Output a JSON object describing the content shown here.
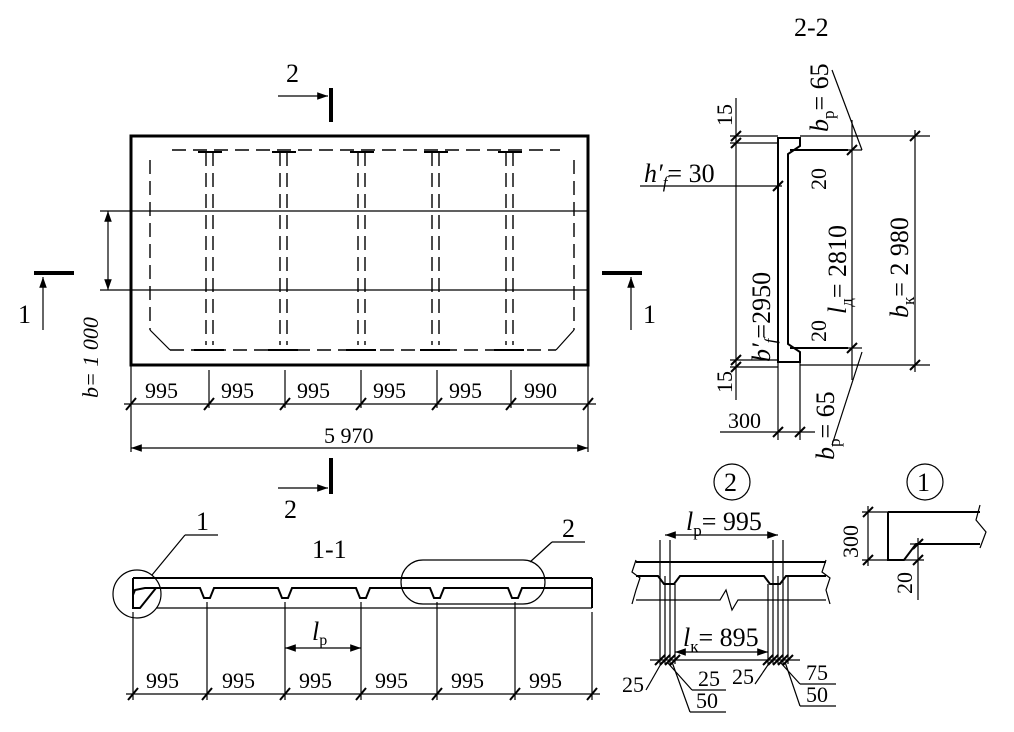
{
  "plan": {
    "segments": [
      "995",
      "995",
      "995",
      "995",
      "995",
      "990"
    ],
    "total": "5 970",
    "width": "b= 1 000"
  },
  "section_marks": {
    "one": "1",
    "two": "2"
  },
  "section_1_1": {
    "title": "1-1",
    "detail_1": "1",
    "detail_2": "2",
    "rib_spacing": "l",
    "rib_spacing_sub": "р",
    "segments": [
      "995",
      "995",
      "995",
      "995",
      "995",
      "995"
    ]
  },
  "section_2_2": {
    "title": "2-2",
    "br_top": "b",
    "br_top_sub": "р",
    "br_top_val": "= 65",
    "br_bot": "b",
    "br_bot_sub": "р",
    "br_bot_val": "= 65",
    "hf": "h′",
    "hf_sub": "f",
    "hf_val": "= 30",
    "bf": "b′",
    "bf_sub": "f",
    "bf_val": "=2950",
    "ld": "l",
    "ld_sub": "д",
    "ld_val": "= 2810",
    "bk": "b",
    "bk_sub": "к",
    "bk_val": "= 2 980",
    "top_15": "15",
    "bot_15": "15",
    "top_20": "20",
    "bot_20": "20",
    "width_300": "300"
  },
  "detail_2": {
    "mark": "2",
    "lp": "l",
    "lp_sub": "р",
    "lp_val": "= 995",
    "lk": "l",
    "lk_sub": "к",
    "lk_val": "= 895",
    "d25a": "25",
    "d25b": "25",
    "d25c": "25",
    "d50a": "50",
    "d50b": "50",
    "d75": "75"
  },
  "detail_1": {
    "mark": "1",
    "h300": "300",
    "d20": "20"
  }
}
